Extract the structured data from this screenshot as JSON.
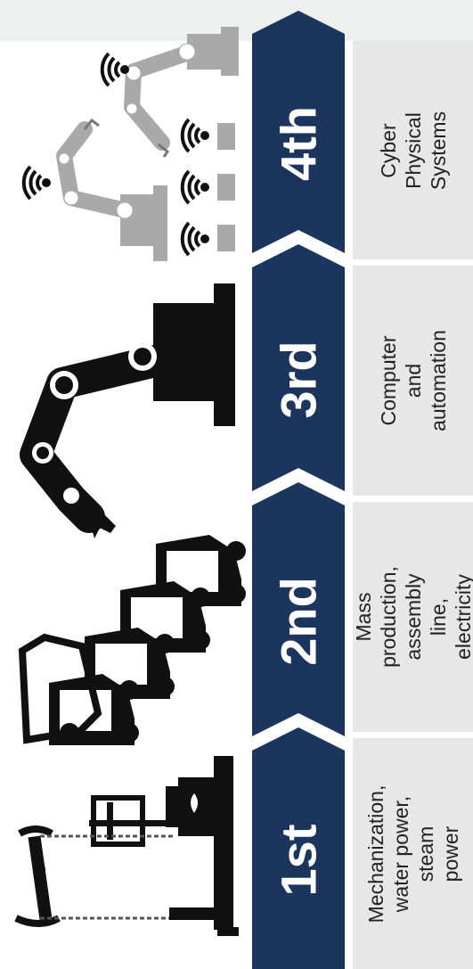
{
  "colors": {
    "chevron": "#1c355e",
    "description_bg": "#e7e7e7",
    "icon": "#111111",
    "cps_icon": "#a9a9a9"
  },
  "eras": [
    {
      "label": "1st",
      "description": "Mechanization,\nwater power, steam\npower",
      "icon": "steam-engine-icon"
    },
    {
      "label": "2nd",
      "description": "Mass production,\nassembly line,\nelectricity",
      "icon": "assembly-line-cars-icon"
    },
    {
      "label": "3rd",
      "description": "Computer and\nautomation",
      "icon": "robot-arm-icon"
    },
    {
      "label": "4th",
      "description": "Cyber Physical\nSystems",
      "icon": "connected-robots-icon"
    }
  ]
}
